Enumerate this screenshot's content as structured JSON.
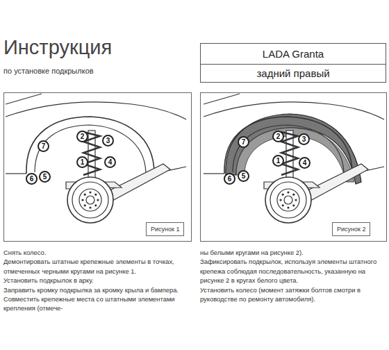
{
  "diagram": {
    "title": "Инструкция",
    "nodes": [
      {
        "text": [
          "LADA Granta"
        ]
      },
      {
        "text": [
          "задний правый"
        ]
      },
      {
        "text": [
          "7"
        ]
      },
      {
        "text": [
          "2"
        ]
      },
      {
        "text": [
          "3"
        ]
      },
      {
        "text": [
          "1"
        ]
      },
      {
        "text": [
          "4"
        ]
      },
      {
        "text": [
          "6"
        ]
      },
      {
        "text": [
          "5"
        ]
      },
      {
        "text": [
          "Рисунок 1"
        ]
      },
      {
        "text": [
          "7"
        ]
      },
      {
        "text": [
          "2"
        ]
      },
      {
        "text": [
          "3"
        ]
      },
      {
        "text": [
          "1"
        ]
      },
      {
        "text": [
          "4"
        ]
      },
      {
        "text": [
          "6"
        ]
      },
      {
        "text": [
          "5"
        ]
      },
      {
        "text": [
          "Рисунок 2"
        ]
      }
    ],
    "edges": [],
    "labels": [
      "по установке подкрылков",
      "Снять колесо.",
      "Демонтировать штатные крепежные элементы в точках, отмеченных черными кругами на рисунке 1.",
      "Установить подкрылок в арку.",
      "Заправить кромку подкрылка за кромку крыла и бампера.",
      "Совместить крепежные места со штатными элементами крепления (отмече-",
      "ны белыми кругами на рисунке 2).",
      "Зафиксировать подкрылок, используя элементы штатного крепежа соблюдая последовательность, указанную на рисунке 2 в кругах белого цвета.",
      "Установить колесо (момент затяжки болтов смотри в руководстве по ремонту автомобиля)."
    ]
  }
}
